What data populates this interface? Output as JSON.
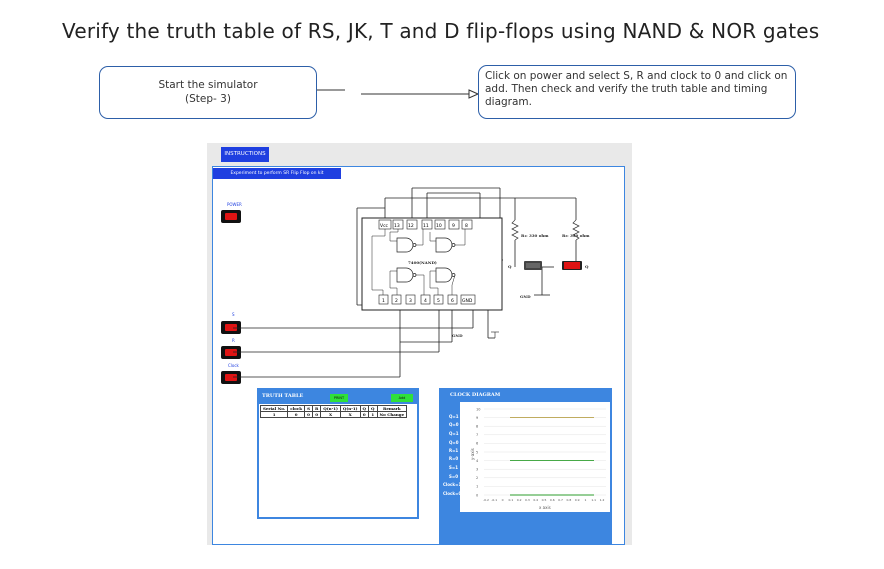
{
  "heading": "Verify the truth table of RS, JK, T and D flip-flops using NAND & NOR gates",
  "step_box": {
    "line1": "Start the simulator",
    "line2": "(Step- 3)"
  },
  "instruction_box": "Click on power and select S, R and clock to 0 and click on add. Then check and verify the truth table and timing diagram.",
  "simulator": {
    "instructions_button": "INSTRUCTIONS",
    "experiment_title": "Experiment to perform SR Flip Flop on kit",
    "power_label": "POWER",
    "s_label": "S",
    "r_label": "R",
    "clock_label": "Clock",
    "resistor1": "R₁: 330 ohm",
    "resistor2": "R₂: 330 ohm",
    "q_label": "Q",
    "qbar_label": "Q",
    "gnd_ic": "GND",
    "gnd_led": "GND",
    "ic_name": "7400(NAND)",
    "ic_top_pins": [
      "Vcc",
      "13",
      "12",
      "11",
      "10",
      "9",
      "8"
    ],
    "ic_bottom_pins": [
      "1",
      "2",
      "3",
      "4",
      "5",
      "6",
      "GND"
    ]
  },
  "truth_table": {
    "title": "TRUTH TABLE",
    "print_button": "PRINT",
    "add_button": "Add",
    "headers": [
      "Serial No.",
      "clock",
      "S",
      "R",
      "Q(n-1)",
      "Q(n-1)",
      "Q",
      "Q",
      "Remark"
    ],
    "rows": [
      [
        "1",
        "0",
        "0",
        "0",
        "X",
        "X",
        "0",
        "1",
        "No Change"
      ]
    ]
  },
  "clock_diagram": {
    "title": "CLOCK DIAGRAM",
    "y_signals": [
      "Q=1",
      "Q=0",
      "Q=1",
      "Q=0",
      "R=1",
      "R=0",
      "S=1",
      "S=0",
      "Clock=1",
      "Clock=0"
    ],
    "y_ticks": [
      "10",
      "9",
      "8",
      "7",
      "6",
      "5",
      "4",
      "3",
      "2",
      "1",
      "0"
    ],
    "x_ticks": [
      "-0.2",
      "-0.1",
      "0",
      "0.1",
      "0.2",
      "0.3",
      "0.4",
      "0.5",
      "0.6",
      "0.7",
      "0.8",
      "0.9",
      "1",
      "1.1",
      "1.2"
    ],
    "y_axis_label": "y-axis",
    "x_axis_label": "x axis",
    "traces": [
      {
        "level": 9,
        "color": "#b8a24a"
      },
      {
        "level": 4,
        "color": "#2e9e2e"
      },
      {
        "level": 0,
        "color": "#2e9e2e"
      }
    ]
  }
}
